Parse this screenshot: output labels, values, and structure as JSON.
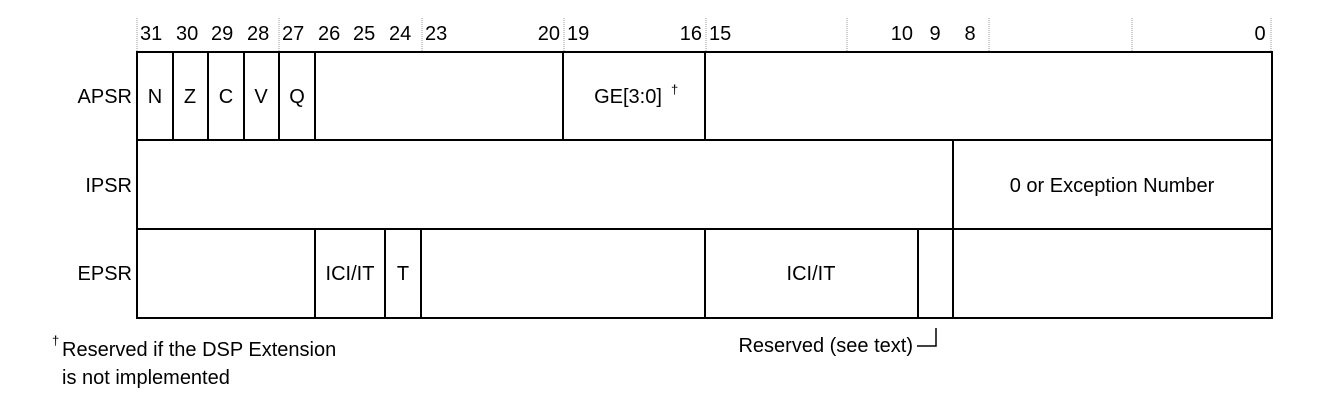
{
  "bit_labels": [
    "31",
    "30",
    "29",
    "28",
    "27",
    "26",
    "25",
    "24",
    "23",
    "20",
    "19",
    "16",
    "15",
    "10",
    "9",
    "8",
    "0"
  ],
  "registers": [
    {
      "name": "APSR",
      "fields": [
        "N",
        "Z",
        "C",
        "V",
        "Q",
        "",
        "GE[3:0]",
        ""
      ],
      "dagger": "†"
    },
    {
      "name": "IPSR",
      "fields": [
        "",
        "0 or Exception Number"
      ]
    },
    {
      "name": "EPSR",
      "fields": [
        "",
        "ICI/IT",
        "T",
        "",
        "ICI/IT",
        "",
        ""
      ]
    }
  ],
  "footnote": {
    "dagger": "†",
    "line1": "Reserved if the DSP Extension",
    "line2": "is not implemented"
  },
  "reserved_note": "Reserved (see text)"
}
